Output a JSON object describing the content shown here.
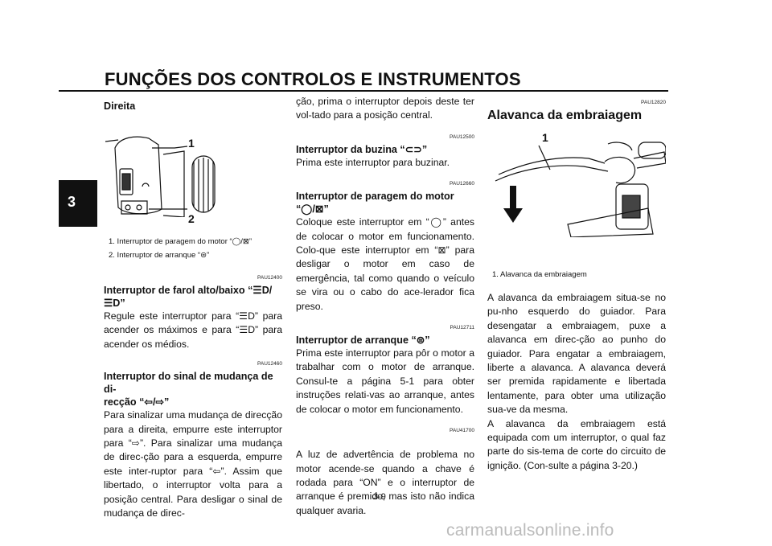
{
  "header": {
    "title": "FUNÇÕES DOS CONTROLOS E INSTRUMENTOS",
    "chapter_tab": "3"
  },
  "page_number": "3-9",
  "watermark": "carmanualsonline.info",
  "col1": {
    "heading": "Direita",
    "figure_callouts": [
      "1",
      "2"
    ],
    "captions": [
      "1.  Interruptor de paragem do motor “◯/⊠”",
      "2.  Interruptor de arranque “⊜”"
    ],
    "s1": {
      "code": "PAU12400",
      "title": "Interruptor de farol alto/baixo “☰D/☰D”",
      "body": "Regule este interruptor para “☰D” para acender os máximos e para “☰D” para acender os médios."
    },
    "s2": {
      "code": "PAU12460",
      "title_line1": "Interruptor do sinal de mudança de di-",
      "title_line2": "recção “⇦/⇨”",
      "body": "Para sinalizar uma mudança de direcção para a direita, empurre este interruptor para “⇨”. Para sinalizar uma mudança de direc-ção para a esquerda, empurre este inter-ruptor para “⇦”. Assim que libertado, o interruptor volta para a posição central. Para desligar o sinal de mudança de direc-"
    }
  },
  "col2": {
    "continuation": "ção, prima o interruptor depois deste ter vol-tado para a posição central.",
    "s1": {
      "code": "PAU12500",
      "title": "Interruptor da buzina “⊂⊃”",
      "body": "Prima este interruptor para buzinar."
    },
    "s2": {
      "code": "PAU12660",
      "title_line1": "Interruptor de paragem do motor",
      "title_line2": "“◯/⊠”",
      "body": "Coloque este interruptor em “◯” antes de colocar o motor em funcionamento. Colo-que este interruptor em “⊠” para desligar o motor em caso de emergência, tal como quando o veículo se vira ou o cabo do ace-lerador fica preso."
    },
    "s3": {
      "code": "PAU12711",
      "title": "Interruptor de arranque “⊜”",
      "body": "Prima este interruptor para pôr o motor a trabalhar com o motor de arranque. Consul-te a página 5-1 para obter instruções relati-vas ao arranque, antes de colocar o motor em funcionamento."
    },
    "s4": {
      "code": "PAU41700",
      "body": "A luz de advertência de problema no motor acende-se quando a chave é rodada para “ON” e o interruptor de arranque é premido, mas isto não indica qualquer avaria."
    }
  },
  "col3": {
    "code": "PAU12820",
    "title": "Alavanca da embraiagem",
    "figure_callout": "1",
    "caption": "1.  Alavanca da embraiagem",
    "body1": "A alavanca da embraiagem situa-se no pu-nho esquerdo do guiador. Para desengatar a embraiagem, puxe a alavanca em direc-ção ao punho do guiador. Para engatar a embraiagem, liberte a alavanca. A alavanca deverá ser premida rapidamente e libertada lentamente, para obter uma utilização sua-ve da mesma.",
    "body2": "A alavanca da embraiagem está equipada com um interruptor, o qual faz parte do sis-tema de corte do circuito de ignição. (Con-sulte a página 3-20.)"
  }
}
